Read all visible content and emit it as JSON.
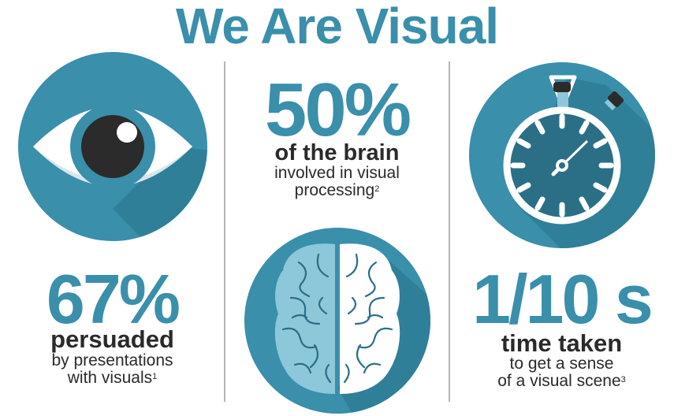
{
  "title": "We Are Visual",
  "colors": {
    "accent": "#3a8fab",
    "dark": "#2a6f86",
    "light": "#8cc8d9",
    "text": "#2a2a2a"
  },
  "stats": [
    {
      "icon": "eye-icon",
      "value": "67%",
      "label": "persuaded",
      "line1": "by presentations",
      "line2": "with visuals",
      "ref": "1"
    },
    {
      "icon": "brain-icon",
      "value": "50%",
      "label": "of the brain",
      "line1": "involved in visual",
      "line2": "processing",
      "ref": "2"
    },
    {
      "icon": "stopwatch-icon",
      "value": "1/10 s",
      "label": "time taken",
      "line1": "to get a sense",
      "line2": "of a visual scene",
      "ref": "3"
    }
  ]
}
